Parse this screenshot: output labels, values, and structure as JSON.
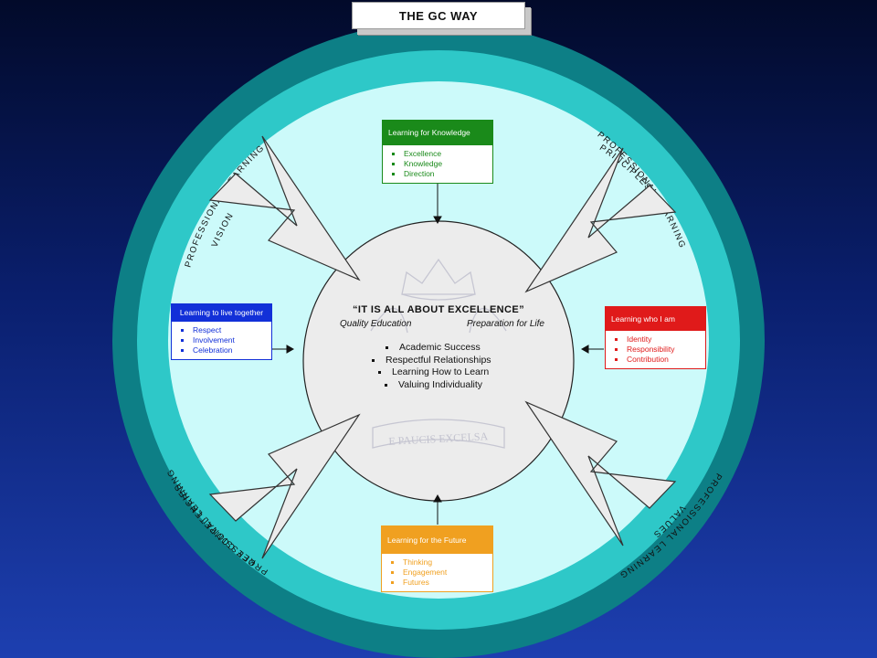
{
  "title": "THE GC WAY",
  "colors": {
    "outer_ring": "#0d7f86",
    "middle_ring": "#2ec8c8",
    "inner_disc": "#ccfafa",
    "center_disc": "#ececec",
    "knowledge": "#1a8a1a",
    "live_together": "#1230d8",
    "who_i_am": "#e01a1a",
    "future": "#f0a020"
  },
  "ring_labels": {
    "professional_learning": "PROFESSIONAL  LEARNING",
    "vision": "VISION",
    "principles": "PRINCIPLES",
    "key_competencies": "KEY  COMPETENCIES",
    "values": "VALUES"
  },
  "center": {
    "title": "“IT IS ALL ABOUT EXCELLENCE”",
    "sub_left": "Quality Education",
    "sub_right": "Preparation for Life",
    "items": [
      "Academic Success",
      "Respectful Relationships",
      "Learning How to Learn",
      "Valuing Individuality"
    ],
    "motto": "E PAUCIS EXCELSA"
  },
  "boxes": {
    "knowledge": {
      "title": "Learning for Knowledge",
      "items": [
        "Excellence",
        "Knowledge",
        "Direction"
      ]
    },
    "live_together": {
      "title": "Learning to live together",
      "items": [
        "Respect",
        "Involvement",
        "Celebration"
      ]
    },
    "who_i_am": {
      "title": "Learning who I am",
      "items": [
        "Identity",
        "Responsibility",
        "Contribution"
      ]
    },
    "future": {
      "title": "Learning for the Future",
      "items": [
        "Thinking",
        "Engagement",
        "Futures"
      ]
    }
  }
}
